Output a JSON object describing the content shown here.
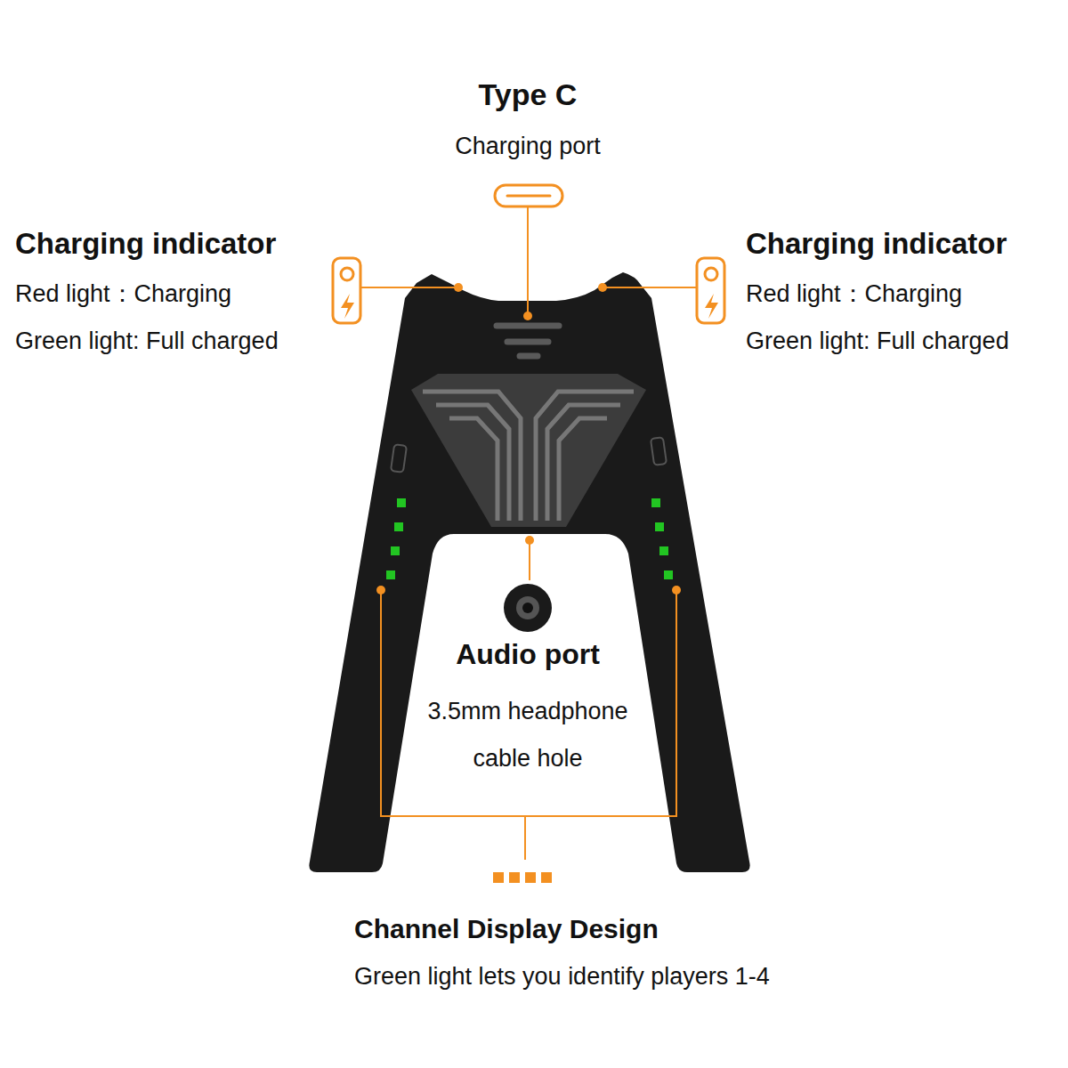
{
  "diagram": {
    "labels": [
      "Type C",
      "Charging port",
      "Charging indicator",
      "Red light：Charging",
      "Green light: Full charged",
      "Charging indicator",
      "Red light：Charging",
      "Green light: Full charged",
      "Audio port",
      "3.5mm headphone cable hole",
      "Channel Display Design",
      "Green light lets you identify players 1-4"
    ]
  }
}
